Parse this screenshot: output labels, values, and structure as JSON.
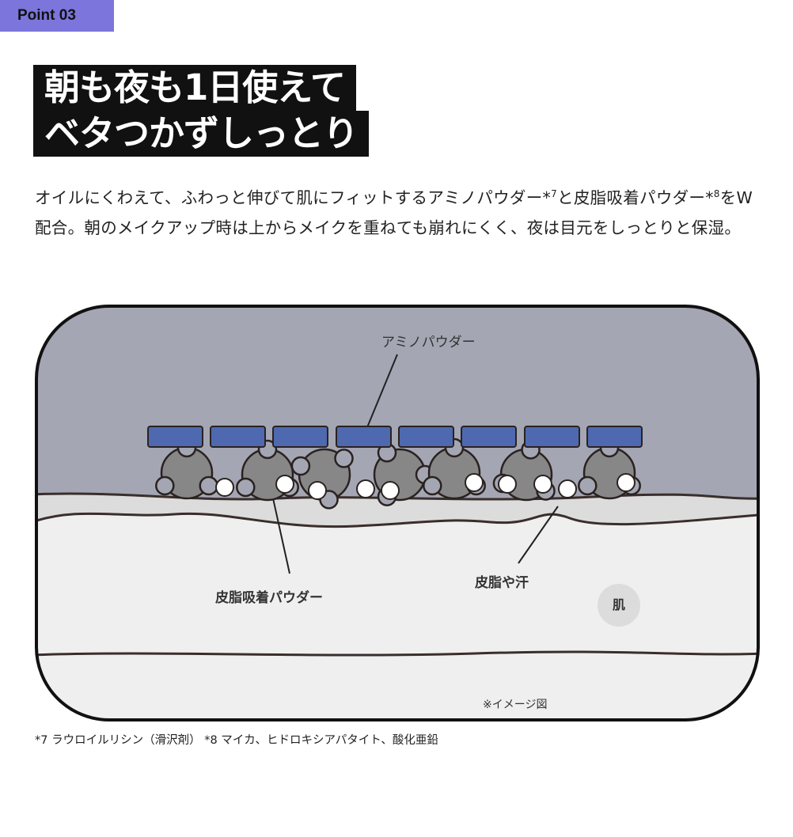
{
  "badge": "Point 03",
  "title": {
    "line1": "朝も夜も1日使えて",
    "line2": "ベタつかずしっとり"
  },
  "body": {
    "p1": "オイルにくわえて、ふわっと伸びて肌にフィットするアミノパウダー*",
    "sup1": "7",
    "p2": "と皮脂吸着パウダー*",
    "sup2": "8",
    "p3": "をW配合。朝のメイクアップ時は上からメイクを重ねても崩れにくく、夜は目元をしっとりと保湿。"
  },
  "diagram": {
    "amino": "アミノパウダー",
    "sebum_powder": "皮脂吸着パウダー",
    "sebum_sweat": "皮脂や汗",
    "skin": "肌",
    "image_note": "※イメージ図"
  },
  "footnote": "*7 ラウロイルリシン（滑沢剤） *8 マイカ、ヒドロキシアパタイト、酸化亜鉛",
  "colors": {
    "badge": "#7b75dc",
    "blue": "#4e69b0",
    "particle": "#878787",
    "top": "#a4a6b3"
  }
}
